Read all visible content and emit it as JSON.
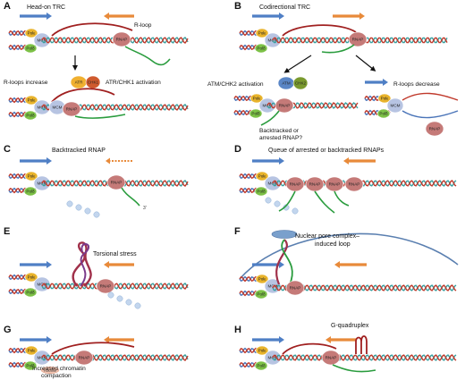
{
  "colors": {
    "blue_strand": "#4a74b8",
    "red_strand": "#c0392b",
    "green_strand": "#2a9c3e",
    "teal_strand": "#39a0a0",
    "rnap": "#c57a78",
    "mcm": "#b7c4e2",
    "pole": "#e8b32b",
    "pold": "#7cc146",
    "atr": "#f0b030",
    "chk1": "#cf5a2e",
    "atm": "#5a86c6",
    "chk2": "#7a9a2e",
    "arrow_blue": "#4f7fc5",
    "arrow_orange": "#e88a3a",
    "membrane": "#5a7fb0",
    "nuclear_pore": "#7aa0cc",
    "nucleosome": "#c3d6ee"
  },
  "icons": [
    "arrow-right-icon",
    "arrow-left-icon",
    "nuclear-pore-icon",
    "g-quadruplex-icon"
  ],
  "panels": {
    "A": {
      "letter": "A",
      "title": "Head-on TRC",
      "rloop": "R-loop",
      "rloops_increase": "R-loops increase",
      "activation": "ATR/CHK1 activation"
    },
    "B": {
      "letter": "B",
      "title": "Codirectional TRC",
      "activation": "ATM/CHK2 activation",
      "question": [
        "Backtracked or",
        "arrested RNAP?"
      ],
      "rloops_decrease": "R-loops decrease"
    },
    "C": {
      "letter": "C",
      "title": "Backtracked RNAP",
      "end3": "3'"
    },
    "D": {
      "letter": "D",
      "title": "Queue of arrested or backtracked RNAPs"
    },
    "E": {
      "letter": "E",
      "title": "Torsional stress"
    },
    "F": {
      "letter": "F",
      "title": [
        "Nuclear pore complex–",
        "induced loop"
      ]
    },
    "G": {
      "letter": "G",
      "compaction": [
        "Increased chromatin",
        "compaction"
      ],
      "histone": "H3K9me"
    },
    "H": {
      "letter": "H",
      "title": "G-quadruplex"
    }
  },
  "proteins": {
    "pole": "Polε",
    "pold": "Polδ",
    "mcm": "MCM",
    "rnap": "RNAP",
    "atr": "ATR",
    "chk1": "CHK1",
    "atm": "ATM",
    "chk2": "CHK2"
  }
}
